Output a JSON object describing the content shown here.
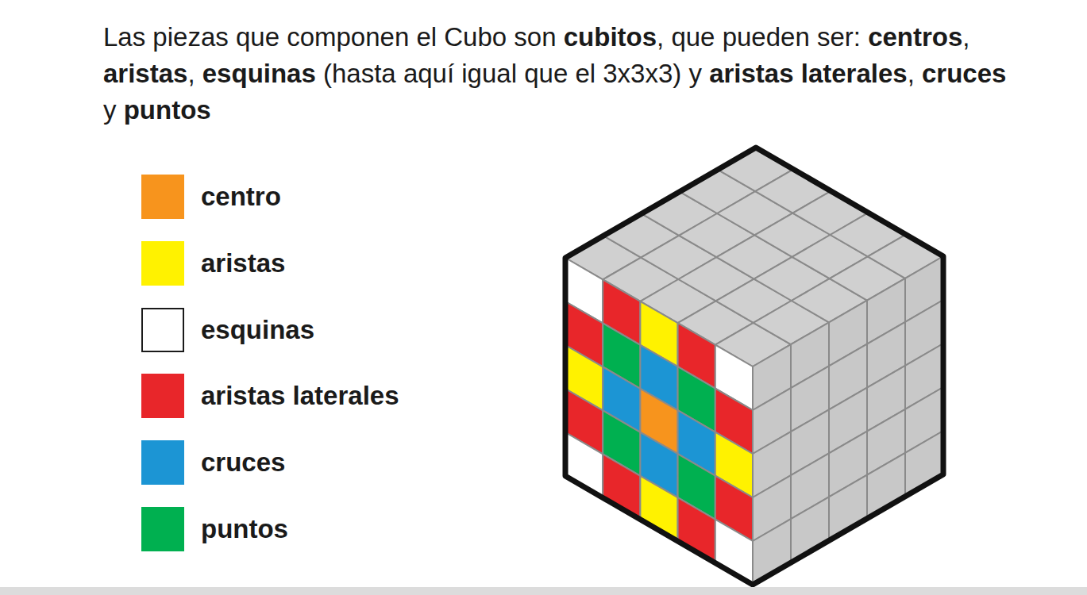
{
  "diagram": {
    "labels": [
      "Las piezas que componen el Cubo son",
      "cubitos",
      ", que pueden ser:",
      "centros",
      ",",
      "aristas",
      ",",
      "esquinas",
      "(hasta aquí igual que el 3x3x3) y",
      "aristas laterales",
      ",",
      "cruces",
      "y",
      "puntos"
    ],
    "legend": [
      {
        "text": "centro",
        "color": "#f7941d"
      },
      {
        "text": "aristas",
        "color": "#fff200"
      },
      {
        "text": "esquinas",
        "color": "#ffffff"
      },
      {
        "text": "aristas laterales",
        "color": "#e8262a"
      },
      {
        "text": "cruces",
        "color": "#1c95d4"
      },
      {
        "text": "puntos",
        "color": "#00b050"
      }
    ]
  }
}
